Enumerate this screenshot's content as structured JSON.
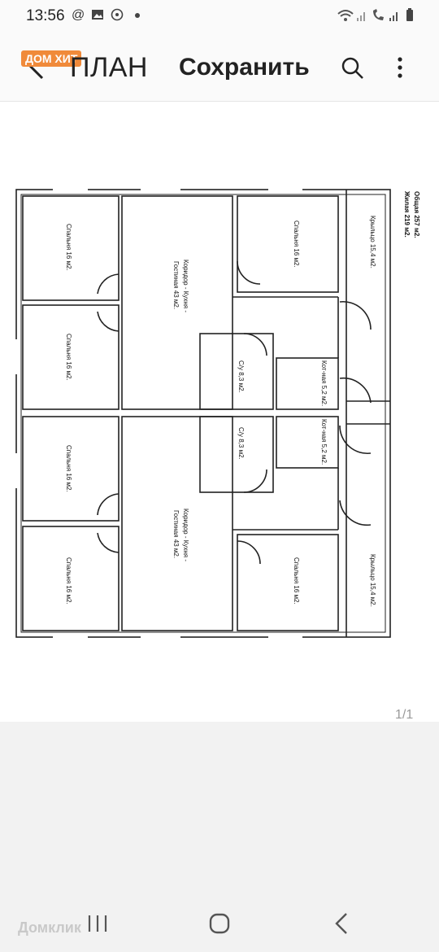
{
  "status_bar": {
    "time": "13:56",
    "left_icons": [
      "at-icon",
      "image-icon",
      "viber-icon",
      "dot-icon"
    ],
    "right_icons": [
      "wifi-icon",
      "signal-icon",
      "call-icon",
      "signal2-icon",
      "battery-icon"
    ]
  },
  "app_bar": {
    "badge": "ДОМ ХИТ",
    "title": "ПЛАН",
    "save_label": "Сохранить"
  },
  "plan": {
    "summary": [
      "Общая  257 м2.",
      "Жилая  219 м2."
    ],
    "rooms": {
      "bedroom_tl": "Спальня 16 м2.",
      "bedroom_l2": "Спальня 16 м2.",
      "bedroom_l3": "Спальня 16 м2.",
      "bedroom_bl": "Спальня 16 м2.",
      "bedroom_tr": "Спальня 16 м2.",
      "bedroom_br": "Спальня 16 м2.",
      "living_top_1": "Коридор - Кухня -",
      "living_top_2": "Гостиная 43 м2.",
      "living_bot_1": "Коридор - Кухня -",
      "living_bot_2": "Гостиная 43 м2.",
      "bath_top": "С/у 8,3 м2.",
      "bath_bot": "С/у 8,3 м2.",
      "boiler_top": "Кот-ная 5,2 м2.",
      "boiler_bot": "Кот-ная 5,2 м2.",
      "porch_top": "Крыльцо 15,4 м2.",
      "porch_bot": "Крыльцо 15,4 м2."
    }
  },
  "pager": "1/1",
  "watermark": "Домклик"
}
